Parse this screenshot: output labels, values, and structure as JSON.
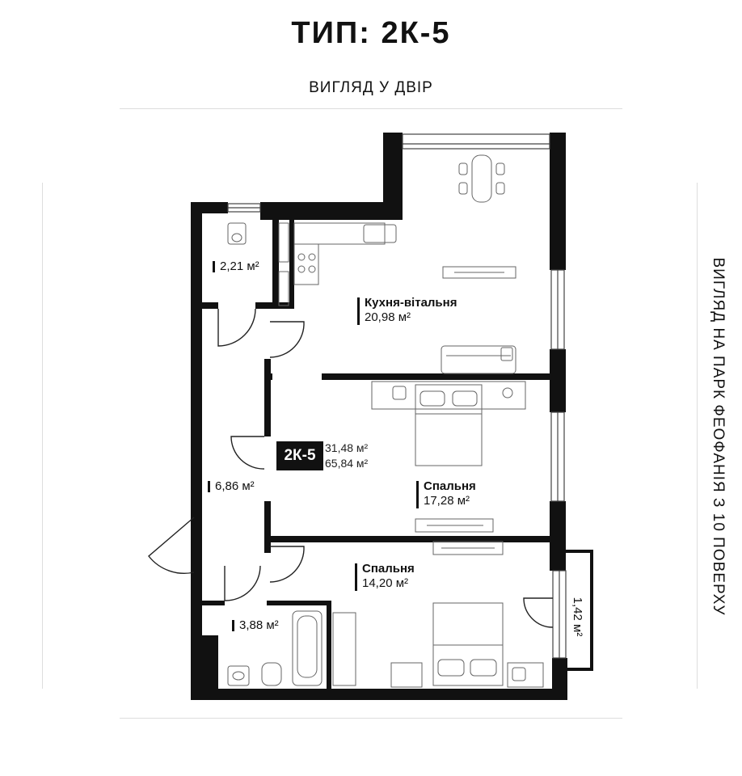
{
  "title": "ТИП: 2К-5",
  "view_top": "ВИГЛЯД У ДВІР",
  "view_right": "ВИГЛЯД НА ПАРК ФЕОФАНІЯ З 10 ПОВЕРХУ",
  "badge": {
    "id": "2К-5",
    "living_area": "31,48 м²",
    "total_area": "65,84 м²"
  },
  "rooms": {
    "wc": {
      "area": "2,21 м²"
    },
    "kitchen": {
      "name": "Кухня-вітальня",
      "area": "20,98 м²"
    },
    "bedroom1": {
      "name": "Спальня",
      "area": "17,28 м²"
    },
    "hall": {
      "area": "6,86 м²"
    },
    "bedroom2": {
      "name": "Спальня",
      "area": "14,20 м²"
    },
    "bathroom": {
      "area": "3,88 м²"
    },
    "balcony": {
      "area": "1,42 м²"
    }
  }
}
